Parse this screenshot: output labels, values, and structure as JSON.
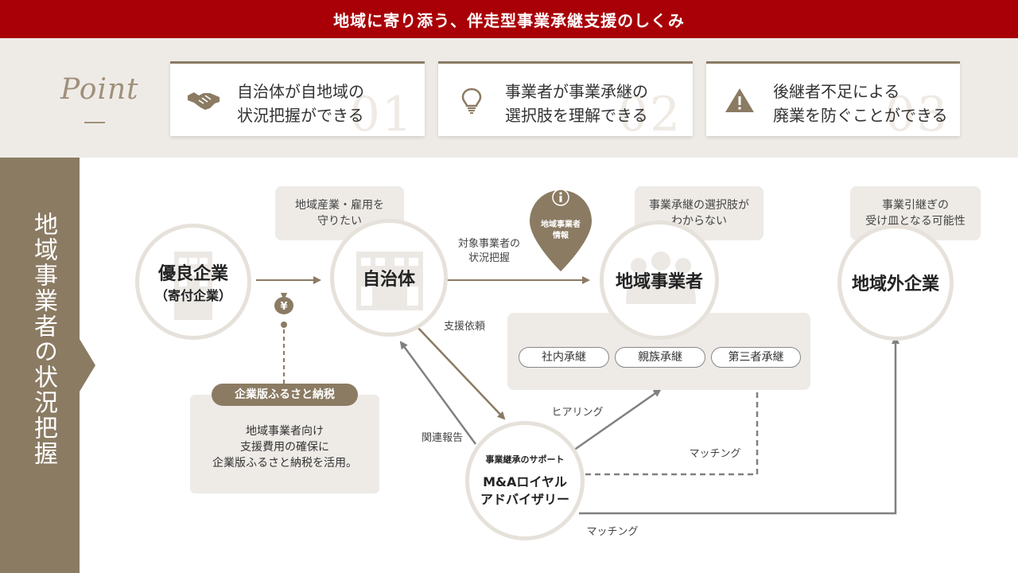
{
  "header": {
    "title": "地域に寄り添う、伴走型事業承継支援のしくみ"
  },
  "point": {
    "label": "Point",
    "cards": [
      {
        "icon": "handshake-icon",
        "line1": "自治体が自地域の",
        "line2": "状況把握ができる",
        "number": "01"
      },
      {
        "icon": "lightbulb-icon",
        "line1": "事業者が事業承継の",
        "line2": "選択肢を理解できる",
        "number": "02"
      },
      {
        "icon": "warning-icon",
        "line1": "後継者不足による",
        "line2": "廃業を防ぐことができる",
        "number": "03"
      }
    ]
  },
  "side": {
    "title": "地域事業者の状況把握"
  },
  "nodes": {
    "good_company": {
      "name": "優良企業",
      "sub": "（寄付企業）"
    },
    "municipality": {
      "name": "自治体"
    },
    "local_business": {
      "name": "地域事業者"
    },
    "outside_company": {
      "name": "地域外企業"
    },
    "ma": {
      "support": "事業継承のサポート",
      "name_line1": "M&Aロイヤル",
      "name_line2": "アドバイザリー"
    }
  },
  "bubbles": {
    "municipality": {
      "line1": "地域産業・雇用を",
      "line2": "守りたい"
    },
    "local_business": {
      "line1": "事業承継の選択肢が",
      "line2": "わからない"
    },
    "outside_company": {
      "line1": "事業引継ぎの",
      "line2": "受け皿となる可能性"
    }
  },
  "pin": {
    "line1": "地域事業者",
    "line2": "情報"
  },
  "labels": {
    "target_grasp_1": "対象事業者の",
    "target_grasp_2": "状況把握",
    "support_request": "支援依頼",
    "related_report": "関連報告",
    "hearing": "ヒアリング",
    "matching_1": "マッチング",
    "matching_2": "マッチング"
  },
  "succession_options": [
    "社内承継",
    "親族承継",
    "第三者承継"
  ],
  "tax": {
    "title": "企業版ふるさと納税",
    "line1": "地域事業者向け",
    "line2": "支援費用の確保に",
    "line3": "企業版ふるさと納税を活用。"
  },
  "colors": {
    "red": "#a80006",
    "brown": "#8b7b63",
    "beige": "#eeebe7",
    "gray_arrow": "#808080"
  }
}
